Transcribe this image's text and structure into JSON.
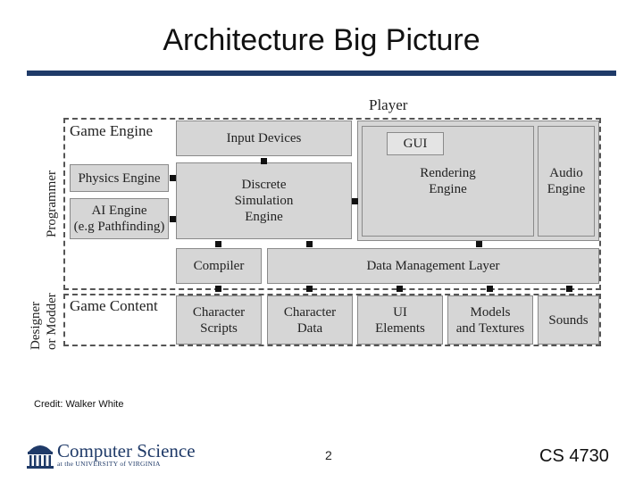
{
  "slide": {
    "title": "Architecture Big Picture",
    "credit": "Credit: Walker White",
    "page_number": "2",
    "course": "CS 4730"
  },
  "logo": {
    "name": "Computer Science",
    "subtitle": "at the UNIVERSITY of VIRGINIA",
    "accent_color": "#1f3a68"
  },
  "diagram": {
    "player_label": "Player",
    "programmer_label": "Programmer",
    "designer_label_line1": "Designer",
    "designer_label_line2": "or Modder",
    "game_engine_label": "Game Engine",
    "game_content_label": "Game Content",
    "boxes": {
      "input_devices": "Input Devices",
      "physics_engine": "Physics Engine",
      "ai_engine_line1": "AI Engine",
      "ai_engine_line2": "(e.g Pathfinding)",
      "discrete_sim_line1": "Discrete",
      "discrete_sim_line2": "Simulation",
      "discrete_sim_line3": "Engine",
      "gui": "GUI",
      "rendering_line1": "Rendering",
      "rendering_line2": "Engine",
      "audio_line1": "Audio",
      "audio_line2": "Engine",
      "compiler": "Compiler",
      "data_management": "Data Management Layer",
      "character_scripts_line1": "Character",
      "character_scripts_line2": "Scripts",
      "character_data_line1": "Character",
      "character_data_line2": "Data",
      "ui_elements_line1": "UI",
      "ui_elements_line2": "Elements",
      "models_line1": "Models",
      "models_line2": "and Textures",
      "sounds": "Sounds"
    }
  }
}
